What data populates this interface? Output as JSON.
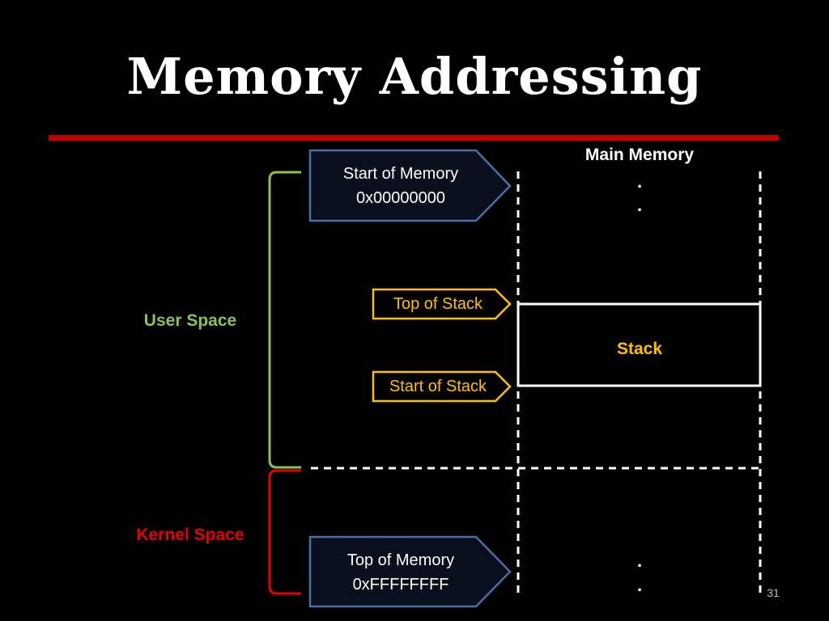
{
  "slide": {
    "title": "Memory Addressing",
    "page_number": "31"
  },
  "memory": {
    "title": "Main Memory",
    "dot": ".",
    "stack_label": "Stack"
  },
  "regions": {
    "user": "User Space",
    "kernel": "Kernel Space"
  },
  "pointers": {
    "start_memory": {
      "line1": "Start of Memory",
      "line2": "0x00000000"
    },
    "top_stack": "Top of Stack",
    "start_stack": "Start of Stack",
    "top_memory": {
      "line1": "Top of Memory",
      "line2": "0xFFFFFFFF"
    }
  },
  "colors": {
    "background": "#000000",
    "title_rule": "#c00000",
    "user_space": "#8cc152",
    "kernel_space": "#e60000",
    "stack": "#ffc000",
    "address_box_border": "#4a6fa5",
    "address_box_fill": "#0a0f1e"
  }
}
